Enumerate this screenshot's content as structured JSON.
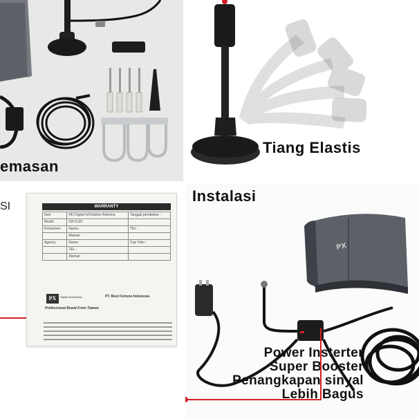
{
  "top_left": {
    "label": "emasan"
  },
  "top_right": {
    "label": "Tiang Elastis"
  },
  "bottom_left": {
    "label": "SI",
    "card": {
      "header": "WARRANTY",
      "rows": [
        [
          "Item",
          "HD Digital In/Outdoor Antenna",
          "Tanggal pembelian :"
        ],
        [
          "Model",
          "DA-5120",
          ""
        ],
        [
          "Konsumen",
          "Nama :",
          "TEL :"
        ],
        [
          "",
          "Alamat :",
          ""
        ],
        [
          "Agency",
          "Nama :",
          "Cap Toko :"
        ],
        [
          "",
          "TEL :",
          ""
        ],
        [
          "",
          "Alamat :",
          ""
        ]
      ],
      "logo": "PX",
      "brand": "Digital Multimedia",
      "tagline": "Professional Brand From Taiwan",
      "company": "PT. Best Fortune Indonesia"
    }
  },
  "bottom_right": {
    "label": "Instalasi",
    "caption": [
      "Power Insterter",
      "Super Booster",
      "Penangkapan sinyal",
      "Lebih Bagus"
    ]
  },
  "colors": {
    "accent": "#d41f26",
    "device_body": "#5b6067",
    "cable": "#141414"
  }
}
